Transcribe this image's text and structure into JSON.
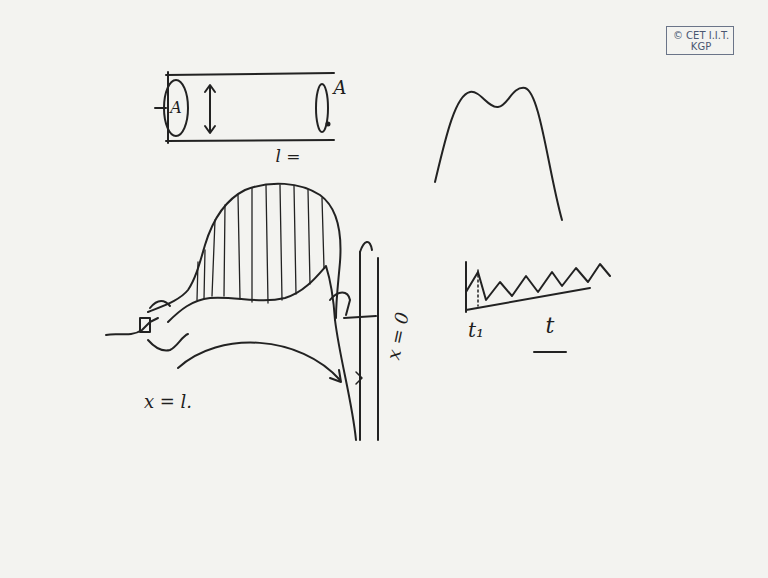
{
  "diagram": {
    "nodes": [
      {
        "text": [
          "© CET I.I.T. KGP"
        ]
      }
    ],
    "labels": [
      "A",
      "A",
      "l =",
      "x = l.",
      "x = 0",
      "t₁",
      "t"
    ]
  }
}
